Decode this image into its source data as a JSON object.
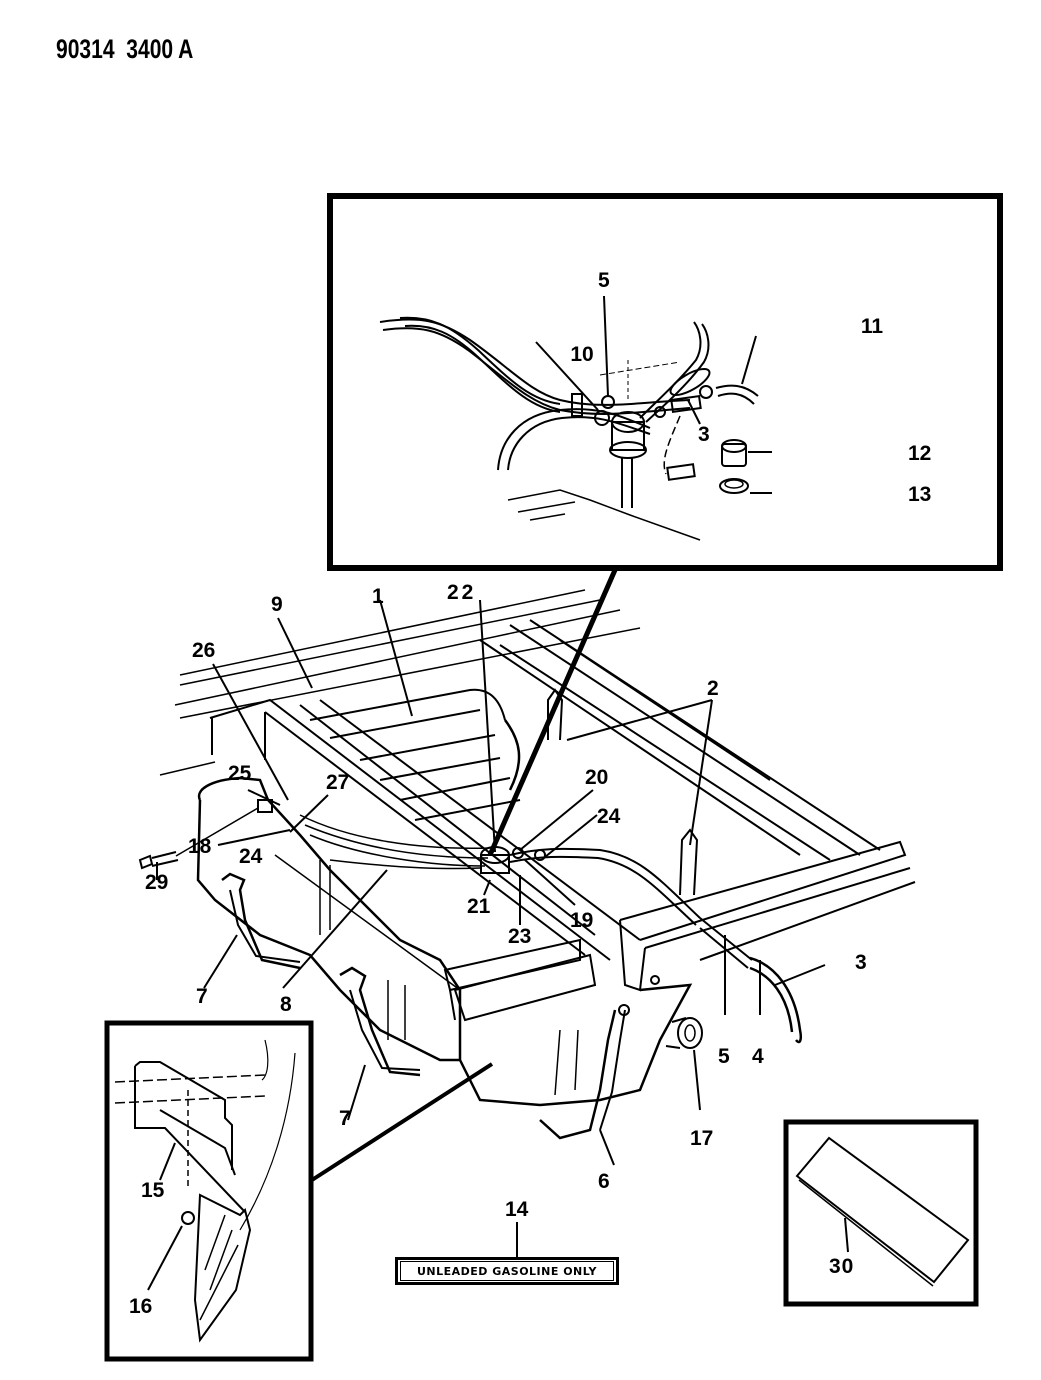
{
  "document": {
    "id": "90314  3400 A",
    "type": "parts exploded view diagram",
    "subject": "fuel tank, straps, sending unit and lines"
  },
  "colors": {
    "ink": "#000000",
    "paper": "#ffffff"
  },
  "insets": [
    {
      "name": "fuel sending unit detail",
      "callouts": [
        "5",
        "10",
        "11",
        "3",
        "12",
        "13"
      ]
    },
    {
      "name": "tank shield detail",
      "callouts": [
        "15",
        "16"
      ]
    },
    {
      "name": "part 30 detail",
      "callouts": [
        "30"
      ]
    }
  ],
  "decal": {
    "callout": "14",
    "text": "UNLEADED GASOLINE ONLY"
  },
  "callouts": {
    "c1": "1",
    "c2": "2",
    "c3_inset": "3",
    "c3_main": "3",
    "c4": "4",
    "c5_inset": "5",
    "c5_main": "5",
    "c6": "6",
    "c7_left": "7",
    "c7_mid": "7",
    "c8": "8",
    "c9": "9",
    "c10": "10",
    "c11": "11",
    "c12": "12",
    "c13": "13",
    "c14": "14",
    "c15": "15",
    "c16": "16",
    "c17": "17",
    "c18": "18",
    "c19": "19",
    "c20": "20",
    "c21": "21",
    "c22": "22",
    "c23": "23",
    "c24_left": "24",
    "c24_right": "24",
    "c25": "25",
    "c26": "26",
    "c27": "27",
    "c29": "29",
    "c30": "30"
  }
}
